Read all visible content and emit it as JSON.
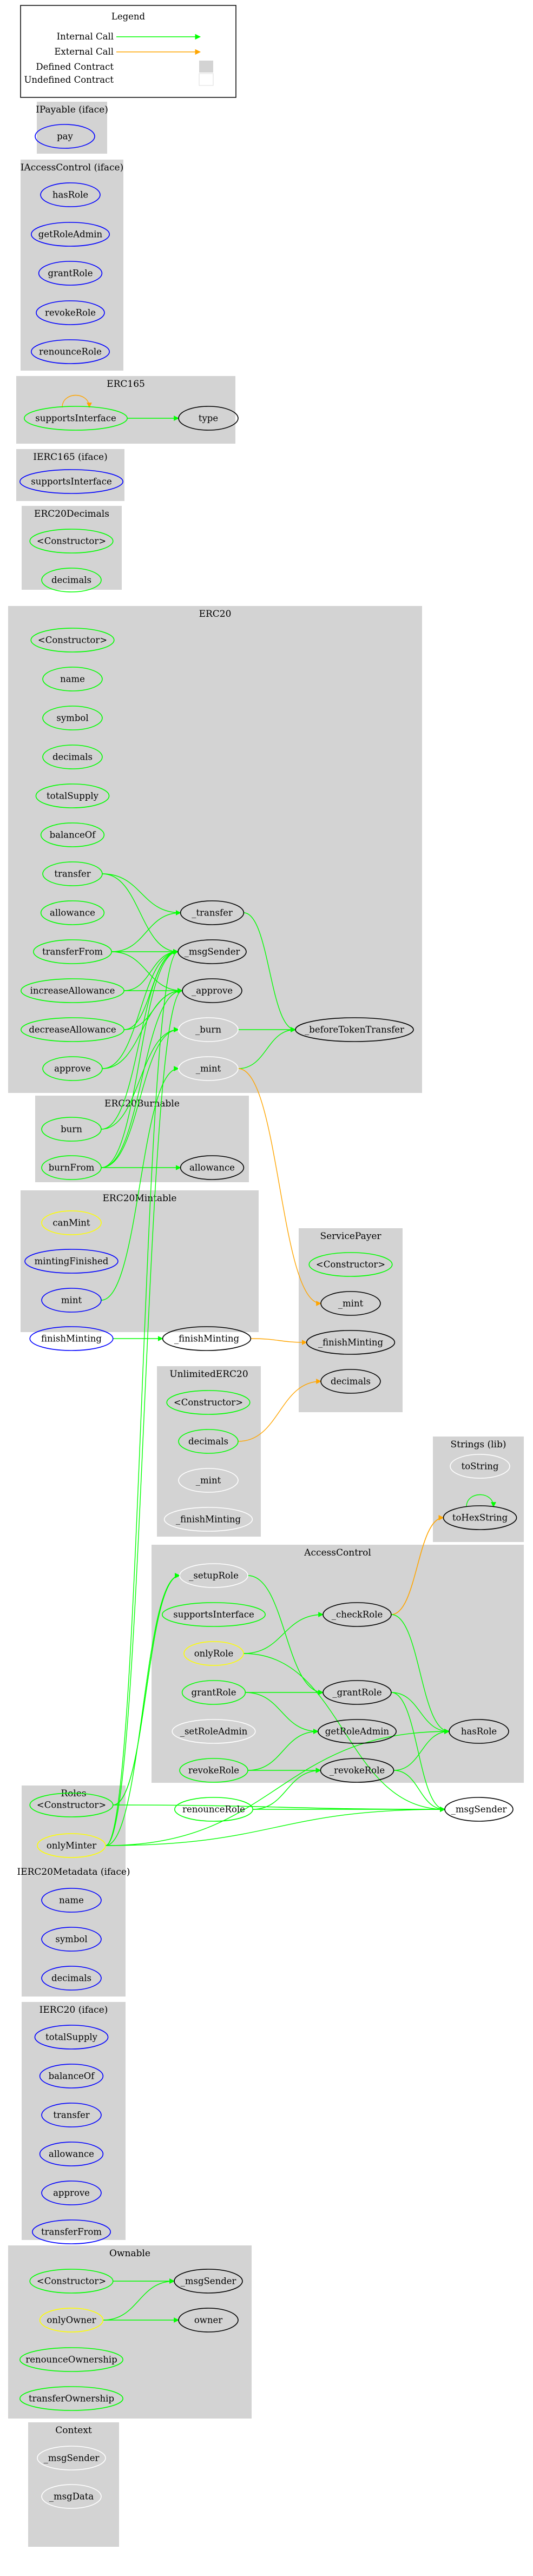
{
  "legend": {
    "title": "Legend",
    "items": [
      {
        "label": "Internal Call",
        "color": "#00ff00"
      },
      {
        "label": "External Call",
        "color": "#ffa500"
      },
      {
        "label": "Defined Contract",
        "color": "#d3d3d3"
      },
      {
        "label": "Undefined Contract",
        "color": "#ffffff"
      }
    ]
  },
  "colors": {
    "public": "#00ff00",
    "external": "#0000ff",
    "internal": "#ffffff",
    "modifier": "#ffff00",
    "external_contract": "#000000",
    "internal_call": "#00ff00",
    "external_call": "#ffa500",
    "cluster": "#d3d3d3"
  },
  "clusters": [
    {
      "id": "IPayable",
      "title": "IPayable  (iface)",
      "nodes": [
        {
          "label": "pay",
          "kind": "external"
        }
      ]
    },
    {
      "id": "IAccessControl",
      "title": "IAccessControl  (iface)",
      "nodes": [
        {
          "label": "hasRole",
          "kind": "external"
        },
        {
          "label": "getRoleAdmin",
          "kind": "external"
        },
        {
          "label": "grantRole",
          "kind": "external"
        },
        {
          "label": "revokeRole",
          "kind": "external"
        },
        {
          "label": "renounceRole",
          "kind": "external"
        }
      ]
    },
    {
      "id": "ERC165",
      "title": "ERC165",
      "nodes": [
        {
          "label": "supportsInterface",
          "kind": "public"
        },
        {
          "label": "type",
          "kind": "external_contract"
        }
      ]
    },
    {
      "id": "IERC165",
      "title": "IERC165  (iface)",
      "nodes": [
        {
          "label": "supportsInterface",
          "kind": "external"
        }
      ]
    },
    {
      "id": "ERC20Decimals",
      "title": "ERC20Decimals",
      "nodes": [
        {
          "label": "<Constructor>",
          "kind": "public"
        },
        {
          "label": "decimals",
          "kind": "public"
        }
      ]
    },
    {
      "id": "ERC20",
      "title": "ERC20",
      "nodes": [
        {
          "label": "<Constructor>",
          "kind": "public"
        },
        {
          "label": "name",
          "kind": "public"
        },
        {
          "label": "symbol",
          "kind": "public"
        },
        {
          "label": "decimals",
          "kind": "public"
        },
        {
          "label": "totalSupply",
          "kind": "public"
        },
        {
          "label": "balanceOf",
          "kind": "public"
        },
        {
          "label": "transfer",
          "kind": "public"
        },
        {
          "label": "allowance",
          "kind": "public"
        },
        {
          "label": "transferFrom",
          "kind": "public"
        },
        {
          "label": "increaseAllowance",
          "kind": "public"
        },
        {
          "label": "decreaseAllowance",
          "kind": "public"
        },
        {
          "label": "approve",
          "kind": "public"
        },
        {
          "label": "_transfer",
          "kind": "external_contract"
        },
        {
          "label": "_msgSender",
          "kind": "external_contract"
        },
        {
          "label": "_approve",
          "kind": "external_contract"
        },
        {
          "label": "_burn",
          "kind": "internal"
        },
        {
          "label": "_mint",
          "kind": "internal"
        },
        {
          "label": "_beforeTokenTransfer",
          "kind": "external_contract"
        }
      ]
    },
    {
      "id": "ERC20Burnable",
      "title": "ERC20Burnable",
      "nodes": [
        {
          "label": "burn",
          "kind": "public"
        },
        {
          "label": "burnFrom",
          "kind": "public"
        },
        {
          "label": "allowance",
          "kind": "external_contract"
        }
      ]
    },
    {
      "id": "ERC20Mintable",
      "title": "ERC20Mintable",
      "nodes": [
        {
          "label": "canMint",
          "kind": "modifier"
        },
        {
          "label": "mintingFinished",
          "kind": "external"
        },
        {
          "label": "mint",
          "kind": "external"
        },
        {
          "label": "finishMinting",
          "kind": "external"
        },
        {
          "label": "_finishMinting",
          "kind": "external_contract"
        }
      ]
    },
    {
      "id": "ServicePayer",
      "title": "ServicePayer",
      "nodes": [
        {
          "label": "<Constructor>",
          "kind": "public"
        },
        {
          "label": "_mint",
          "kind": "external_contract"
        },
        {
          "label": "_finishMinting",
          "kind": "external_contract"
        },
        {
          "label": "decimals",
          "kind": "external_contract"
        }
      ]
    },
    {
      "id": "UnlimitedERC20",
      "title": "UnlimitedERC20",
      "nodes": [
        {
          "label": "<Constructor>",
          "kind": "public"
        },
        {
          "label": "decimals",
          "kind": "public"
        },
        {
          "label": "_mint",
          "kind": "internal"
        },
        {
          "label": "_finishMinting",
          "kind": "internal"
        }
      ]
    },
    {
      "id": "Strings",
      "title": "Strings  (lib)",
      "nodes": [
        {
          "label": "toString",
          "kind": "internal"
        },
        {
          "label": "toHexString",
          "kind": "external_contract"
        }
      ]
    },
    {
      "id": "AccessControl",
      "title": "AccessControl",
      "nodes": [
        {
          "label": "_setupRole",
          "kind": "internal"
        },
        {
          "label": "supportsInterface",
          "kind": "public"
        },
        {
          "label": "onlyRole",
          "kind": "modifier"
        },
        {
          "label": "grantRole",
          "kind": "public"
        },
        {
          "label": "_setRoleAdmin",
          "kind": "internal"
        },
        {
          "label": "revokeRole",
          "kind": "public"
        },
        {
          "label": "renounceRole",
          "kind": "public"
        },
        {
          "label": "_checkRole",
          "kind": "external_contract"
        },
        {
          "label": "_grantRole",
          "kind": "external_contract"
        },
        {
          "label": "getRoleAdmin",
          "kind": "external_contract"
        },
        {
          "label": "_revokeRole",
          "kind": "external_contract"
        },
        {
          "label": "hasRole",
          "kind": "external_contract"
        },
        {
          "label": "_msgSender",
          "kind": "external_contract"
        }
      ]
    },
    {
      "id": "Roles",
      "title": "Roles",
      "nodes": [
        {
          "label": "<Constructor>",
          "kind": "public"
        },
        {
          "label": "onlyMinter",
          "kind": "modifier"
        }
      ]
    },
    {
      "id": "IERC20Metadata",
      "title": "IERC20Metadata  (iface)",
      "nodes": [
        {
          "label": "name",
          "kind": "external"
        },
        {
          "label": "symbol",
          "kind": "external"
        },
        {
          "label": "decimals",
          "kind": "external"
        }
      ]
    },
    {
      "id": "IERC20",
      "title": "IERC20  (iface)",
      "nodes": [
        {
          "label": "totalSupply",
          "kind": "external"
        },
        {
          "label": "balanceOf",
          "kind": "external"
        },
        {
          "label": "transfer",
          "kind": "external"
        },
        {
          "label": "allowance",
          "kind": "external"
        },
        {
          "label": "approve",
          "kind": "external"
        },
        {
          "label": "transferFrom",
          "kind": "external"
        }
      ]
    },
    {
      "id": "Ownable",
      "title": "Ownable",
      "nodes": [
        {
          "label": "<Constructor>",
          "kind": "public"
        },
        {
          "label": "onlyOwner",
          "kind": "modifier"
        },
        {
          "label": "renounceOwnership",
          "kind": "public"
        },
        {
          "label": "transferOwnership",
          "kind": "public"
        },
        {
          "label": "_msgSender",
          "kind": "external_contract"
        },
        {
          "label": "owner",
          "kind": "external_contract"
        }
      ]
    },
    {
      "id": "Context",
      "title": "Context",
      "nodes": [
        {
          "label": "_msgSender",
          "kind": "internal"
        },
        {
          "label": "_msgData",
          "kind": "internal"
        }
      ]
    }
  ],
  "edges": [
    {
      "from": "ERC165.0",
      "to": "ERC165.0",
      "kind": "external_call"
    },
    {
      "from": "ERC165.0",
      "to": "ERC165.1",
      "kind": "internal_call"
    },
    {
      "from": "ERC20.6",
      "to": "ERC20.12",
      "kind": "internal_call"
    },
    {
      "from": "ERC20.6",
      "to": "ERC20.13",
      "kind": "internal_call"
    },
    {
      "from": "ERC20.8",
      "to": "ERC20.12",
      "kind": "internal_call"
    },
    {
      "from": "ERC20.8",
      "to": "ERC20.13",
      "kind": "internal_call"
    },
    {
      "from": "ERC20.8",
      "to": "ERC20.14",
      "kind": "internal_call"
    },
    {
      "from": "ERC20.9",
      "to": "ERC20.13",
      "kind": "internal_call"
    },
    {
      "from": "ERC20.9",
      "to": "ERC20.14",
      "kind": "internal_call"
    },
    {
      "from": "ERC20.10",
      "to": "ERC20.13",
      "kind": "internal_call"
    },
    {
      "from": "ERC20.10",
      "to": "ERC20.14",
      "kind": "internal_call"
    },
    {
      "from": "ERC20.11",
      "to": "ERC20.13",
      "kind": "internal_call"
    },
    {
      "from": "ERC20.11",
      "to": "ERC20.14",
      "kind": "internal_call"
    },
    {
      "from": "ERC20.12",
      "to": "ERC20.17",
      "kind": "internal_call"
    },
    {
      "from": "ERC20.15",
      "to": "ERC20.17",
      "kind": "internal_call"
    },
    {
      "from": "ERC20.16",
      "to": "ERC20.17",
      "kind": "internal_call"
    },
    {
      "from": "ERC20.16",
      "to": "ServicePayer.1",
      "kind": "external_call"
    },
    {
      "from": "ERC20Burnable.0",
      "to": "ERC20.15",
      "kind": "internal_call"
    },
    {
      "from": "ERC20Burnable.0",
      "to": "ERC20.13",
      "kind": "internal_call"
    },
    {
      "from": "ERC20Burnable.1",
      "to": "ERC20Burnable.2",
      "kind": "internal_call"
    },
    {
      "from": "ERC20Burnable.1",
      "to": "ERC20.13",
      "kind": "internal_call"
    },
    {
      "from": "ERC20Burnable.1",
      "to": "ERC20.14",
      "kind": "internal_call"
    },
    {
      "from": "ERC20Burnable.1",
      "to": "ERC20.15",
      "kind": "internal_call"
    },
    {
      "from": "ERC20Mintable.2",
      "to": "ERC20.16",
      "kind": "internal_call"
    },
    {
      "from": "ERC20Mintable.3",
      "to": "ERC20Mintable.4",
      "kind": "internal_call"
    },
    {
      "from": "ERC20Mintable.4",
      "to": "ServicePayer.2",
      "kind": "external_call"
    },
    {
      "from": "UnlimitedERC20.1",
      "to": "ServicePayer.3",
      "kind": "external_call"
    },
    {
      "from": "Strings.1",
      "to": "Strings.1",
      "kind": "internal_call"
    },
    {
      "from": "AccessControl.7",
      "to": "Strings.1",
      "kind": "external_call"
    },
    {
      "from": "AccessControl.7",
      "to": "Strings.1",
      "kind": "external_call"
    },
    {
      "from": "AccessControl.0",
      "to": "AccessControl.8",
      "kind": "internal_call"
    },
    {
      "from": "AccessControl.2",
      "to": "AccessControl.7",
      "kind": "internal_call"
    },
    {
      "from": "AccessControl.2",
      "to": "AccessControl.12",
      "kind": "internal_call"
    },
    {
      "from": "AccessControl.3",
      "to": "AccessControl.8",
      "kind": "internal_call"
    },
    {
      "from": "AccessControl.3",
      "to": "AccessControl.9",
      "kind": "internal_call"
    },
    {
      "from": "AccessControl.5",
      "to": "AccessControl.9",
      "kind": "internal_call"
    },
    {
      "from": "AccessControl.5",
      "to": "AccessControl.10",
      "kind": "internal_call"
    },
    {
      "from": "AccessControl.6",
      "to": "AccessControl.10",
      "kind": "internal_call"
    },
    {
      "from": "AccessControl.6",
      "to": "AccessControl.12",
      "kind": "internal_call"
    },
    {
      "from": "AccessControl.7",
      "to": "AccessControl.11",
      "kind": "internal_call"
    },
    {
      "from": "AccessControl.8",
      "to": "AccessControl.11",
      "kind": "internal_call"
    },
    {
      "from": "AccessControl.8",
      "to": "AccessControl.12",
      "kind": "internal_call"
    },
    {
      "from": "AccessControl.10",
      "to": "AccessControl.11",
      "kind": "internal_call"
    },
    {
      "from": "AccessControl.10",
      "to": "AccessControl.12",
      "kind": "internal_call"
    },
    {
      "from": "Roles.0",
      "to": "AccessControl.0",
      "kind": "internal_call"
    },
    {
      "from": "Roles.0",
      "to": "AccessControl.0",
      "kind": "internal_call"
    },
    {
      "from": "Roles.0",
      "to": "AccessControl.12",
      "kind": "internal_call"
    },
    {
      "from": "Roles.1",
      "to": "AccessControl.12",
      "kind": "internal_call"
    },
    {
      "from": "Roles.1",
      "to": "AccessControl.11",
      "kind": "internal_call"
    },
    {
      "from": "Roles.1",
      "to": "AccessControl.0",
      "kind": "internal_call"
    },
    {
      "from": "Roles.1",
      "to": "ERC20.13",
      "kind": "internal_call"
    },
    {
      "from": "Roles.1",
      "to": "ERC20.14",
      "kind": "internal_call"
    },
    {
      "from": "Ownable.0",
      "to": "Ownable.4",
      "kind": "internal_call"
    },
    {
      "from": "Ownable.1",
      "to": "Ownable.4",
      "kind": "internal_call"
    },
    {
      "from": "Ownable.1",
      "to": "Ownable.5",
      "kind": "internal_call"
    }
  ]
}
